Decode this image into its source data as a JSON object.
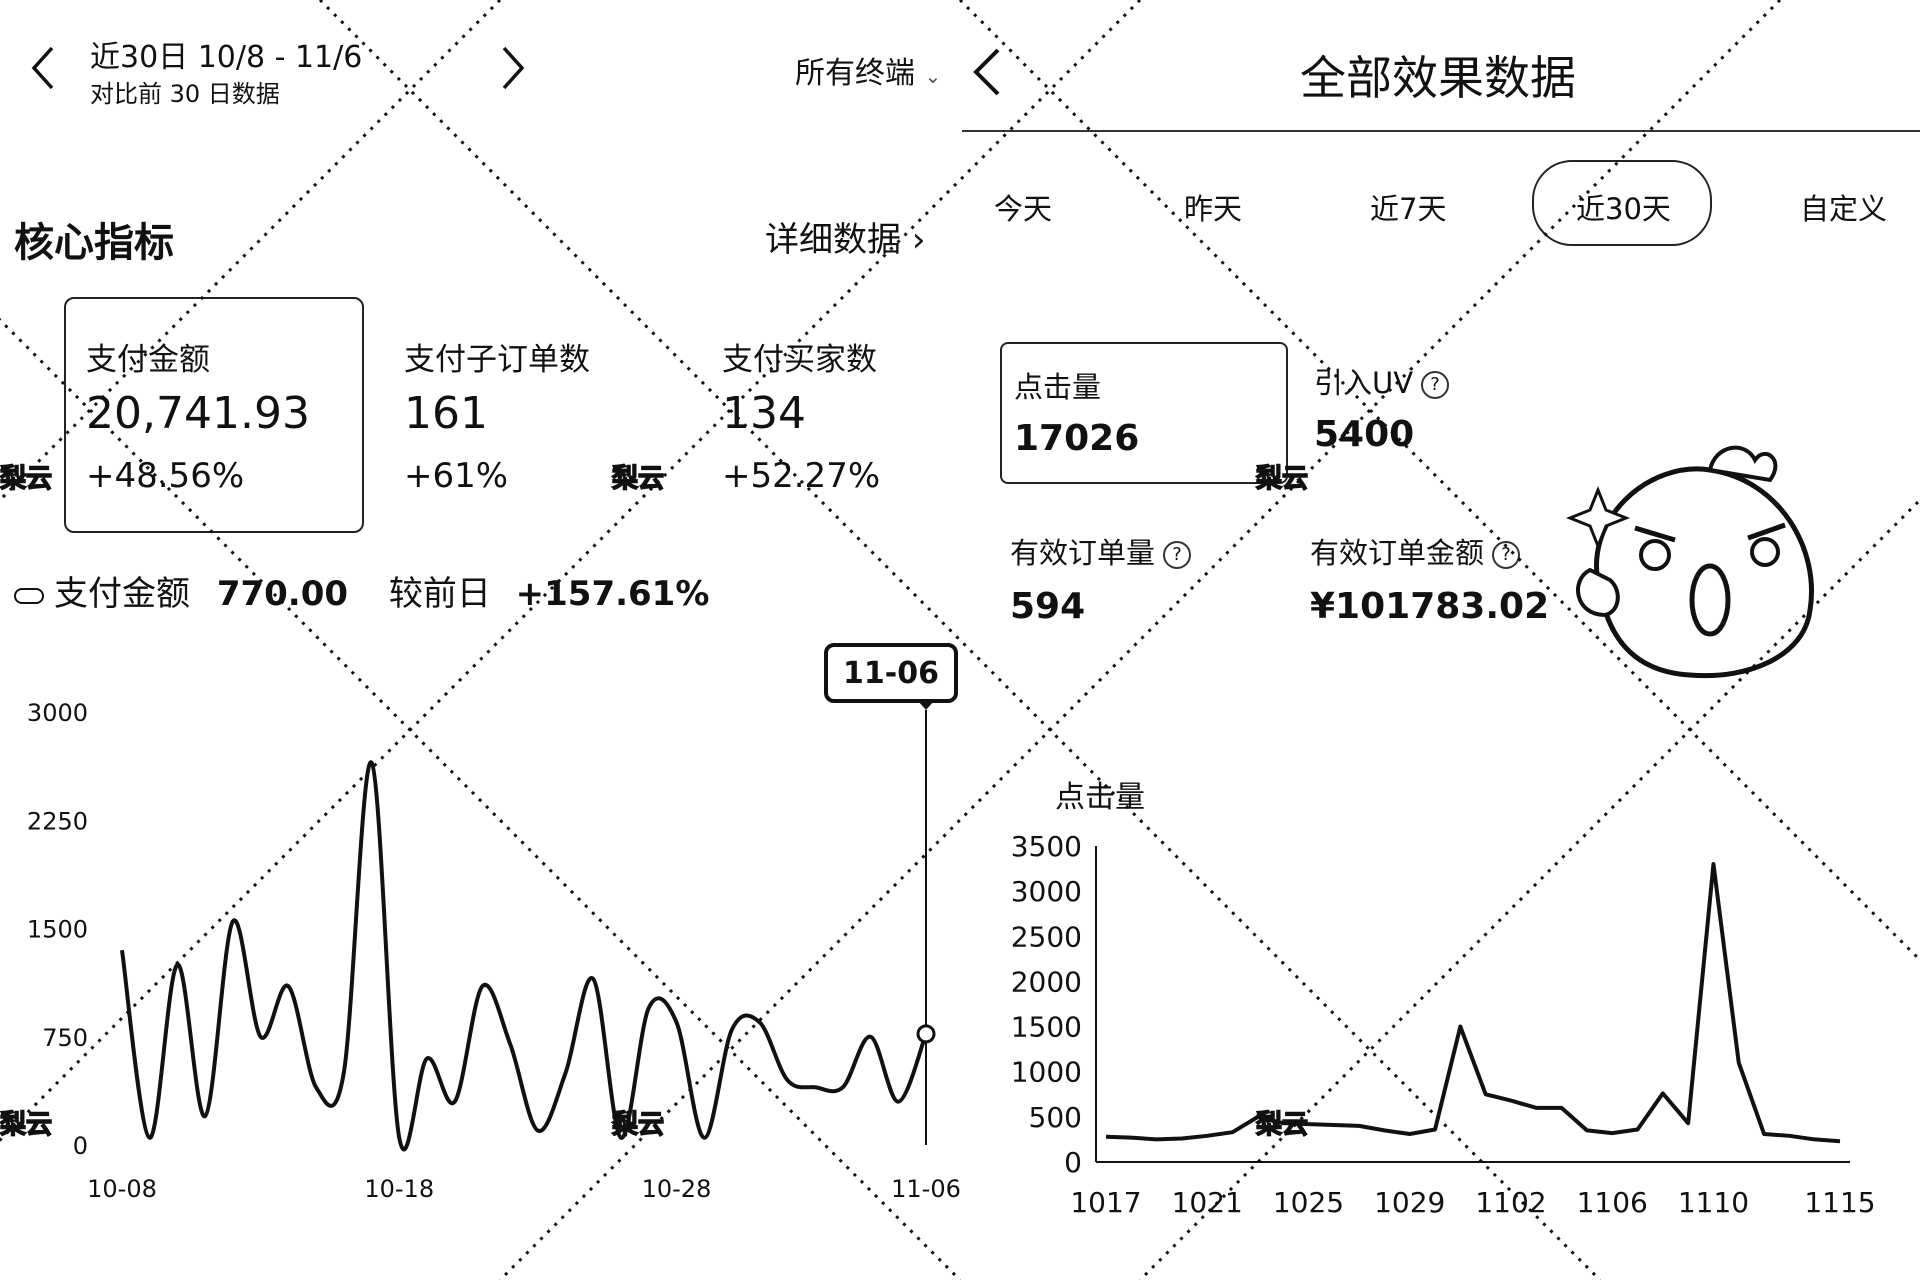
{
  "left": {
    "header": {
      "prev_icon": "chevron-left-icon",
      "next_icon": "chevron-right-icon",
      "date_range": "近30日 10/8 - 11/6",
      "compare_text": "对比前 30 日数据",
      "terminal": "所有终端"
    },
    "section_title": "核心指标",
    "detail_link": "详细数据",
    "metrics": [
      {
        "label": "支付金额",
        "value": "20,741.93",
        "change": "+48.56%"
      },
      {
        "label": "支付子订单数",
        "value": "161",
        "change": "+61%"
      },
      {
        "label": "支付买家数",
        "value": "134",
        "change": "+52.27%"
      }
    ],
    "summary": {
      "label": "支付金额",
      "value": "770.00",
      "compare_label": "较前日",
      "compare_value": "+157.61%"
    },
    "tooltip_date": "11-06"
  },
  "right": {
    "back_icon": "chevron-left-icon",
    "title": "全部效果数据",
    "tabs": [
      "今天",
      "昨天",
      "近7天",
      "近30天",
      "自定义"
    ],
    "active_tab": "近30天",
    "metrics": [
      {
        "label": "点击量",
        "value": "17026"
      },
      {
        "label": "引入UV",
        "value": "5400"
      },
      {
        "label": "有效订单量",
        "value": "594"
      },
      {
        "label": "有效订单金额",
        "value": "¥101783.02"
      }
    ],
    "chart_title": "点击量"
  },
  "watermark_text": "梨云",
  "chart_data": [
    {
      "type": "line",
      "x": [
        "10-08",
        "10-09",
        "10-10",
        "10-11",
        "10-12",
        "10-13",
        "10-14",
        "10-15",
        "10-16",
        "10-17",
        "10-18",
        "10-19",
        "10-20",
        "10-21",
        "10-22",
        "10-23",
        "10-24",
        "10-25",
        "10-26",
        "10-27",
        "10-28",
        "10-29",
        "10-30",
        "10-31",
        "11-01",
        "11-02",
        "11-03",
        "11-04",
        "11-05",
        "11-06"
      ],
      "values": [
        1350,
        50,
        1250,
        200,
        1550,
        750,
        1100,
        400,
        500,
        2650,
        50,
        600,
        300,
        1100,
        700,
        100,
        500,
        1150,
        50,
        950,
        850,
        50,
        800,
        850,
        450,
        400,
        400,
        750,
        300,
        770
      ],
      "xticks": [
        "10-08",
        "10-18",
        "10-28",
        "11-06"
      ],
      "yticks": [
        0,
        750,
        1500,
        2250,
        3000
      ],
      "ylim": [
        0,
        3000
      ],
      "highlight": "11-06",
      "grid": false
    },
    {
      "type": "line",
      "x": [
        "1017",
        "1018",
        "1019",
        "1020",
        "1021",
        "1022",
        "1023",
        "1024",
        "1025",
        "1026",
        "1027",
        "1028",
        "1029",
        "1030",
        "1031",
        "1101",
        "1102",
        "1103",
        "1104",
        "1105",
        "1106",
        "1107",
        "1108",
        "1109",
        "1110",
        "1111",
        "1112",
        "1113",
        "1114",
        "1115"
      ],
      "values": [
        280,
        270,
        250,
        260,
        290,
        330,
        500,
        430,
        420,
        410,
        400,
        350,
        310,
        360,
        1500,
        750,
        680,
        600,
        600,
        350,
        320,
        360,
        760,
        430,
        3300,
        1100,
        310,
        290,
        250,
        230
      ],
      "xticks": [
        "1017",
        "1021",
        "1025",
        "1029",
        "1102",
        "1106",
        "1110",
        "1115"
      ],
      "yticks": [
        0,
        500,
        1000,
        1500,
        2000,
        2500,
        3000,
        3500
      ],
      "ylim": [
        0,
        3500
      ],
      "grid": false
    }
  ]
}
